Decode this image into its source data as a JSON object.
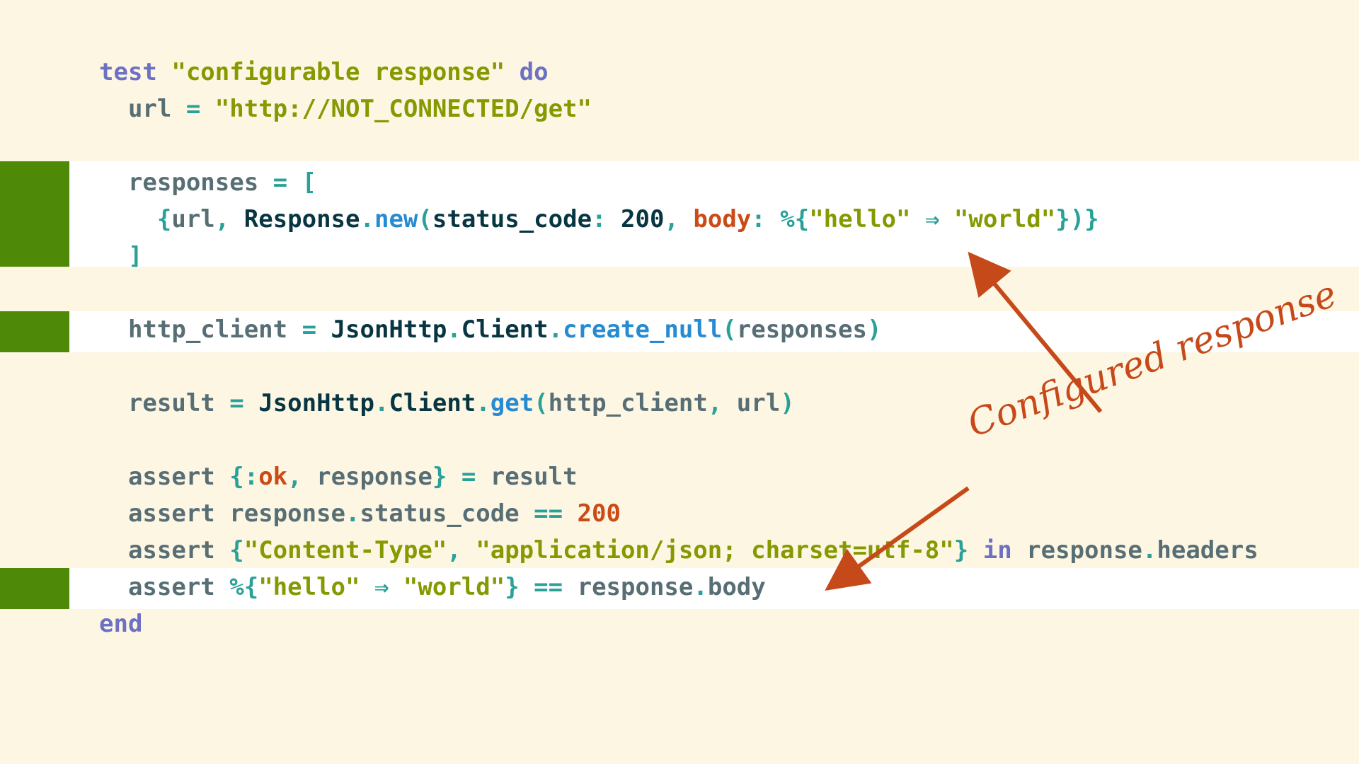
{
  "annotation": {
    "text": "Configured response",
    "color": "#c6491a"
  },
  "highlight": {
    "band_color": "#ffffff",
    "marker_color": "#4e8a08"
  },
  "code_lines": [
    [
      [
        "kw",
        "test "
      ],
      [
        "str",
        "\"configurable response\""
      ],
      [
        "kw",
        " do"
      ]
    ],
    [
      [
        "var",
        "  url "
      ],
      [
        "op",
        "="
      ],
      [
        "str",
        " \"http://NOT_CONNECTED/get\""
      ]
    ],
    [],
    [
      [
        "var",
        "  responses "
      ],
      [
        "op",
        "="
      ],
      [
        "punct",
        " ["
      ]
    ],
    [
      [
        "punct",
        "    {"
      ],
      [
        "var",
        "url"
      ],
      [
        "punct",
        ", "
      ],
      [
        "mod",
        "Response"
      ],
      [
        "op",
        "."
      ],
      [
        "fn",
        "new"
      ],
      [
        "punct",
        "("
      ],
      [
        "mod",
        "status_code"
      ],
      [
        "punct",
        ": "
      ],
      [
        "mod",
        "200"
      ],
      [
        "punct",
        ", "
      ],
      [
        "key",
        "body"
      ],
      [
        "punct",
        ": "
      ],
      [
        "op",
        "%"
      ],
      [
        "punct",
        "{"
      ],
      [
        "str",
        "\"hello\""
      ],
      [
        "op",
        " ⇒ "
      ],
      [
        "str",
        "\"world\""
      ],
      [
        "punct",
        "})}"
      ]
    ],
    [
      [
        "punct",
        "  ]"
      ]
    ],
    [],
    [
      [
        "var",
        "  http_client "
      ],
      [
        "op",
        "="
      ],
      [
        "mod",
        " JsonHttp"
      ],
      [
        "op",
        "."
      ],
      [
        "mod",
        "Client"
      ],
      [
        "op",
        "."
      ],
      [
        "fn",
        "create_null"
      ],
      [
        "punct",
        "("
      ],
      [
        "var",
        "responses"
      ],
      [
        "punct",
        ")"
      ]
    ],
    [],
    [
      [
        "var",
        "  result "
      ],
      [
        "op",
        "="
      ],
      [
        "mod",
        " JsonHttp"
      ],
      [
        "op",
        "."
      ],
      [
        "mod",
        "Client"
      ],
      [
        "op",
        "."
      ],
      [
        "fn",
        "get"
      ],
      [
        "punct",
        "("
      ],
      [
        "var",
        "http_client"
      ],
      [
        "punct",
        ", "
      ],
      [
        "var",
        "url"
      ],
      [
        "punct",
        ")"
      ]
    ],
    [],
    [
      [
        "var",
        "  assert "
      ],
      [
        "punct",
        "{:"
      ],
      [
        "atom",
        "ok"
      ],
      [
        "punct",
        ", "
      ],
      [
        "var",
        "response"
      ],
      [
        "punct",
        "} "
      ],
      [
        "op",
        "="
      ],
      [
        "var",
        " result"
      ]
    ],
    [
      [
        "var",
        "  assert response"
      ],
      [
        "op",
        "."
      ],
      [
        "var",
        "status_code "
      ],
      [
        "op",
        "=="
      ],
      [
        "num",
        " 200"
      ]
    ],
    [
      [
        "var",
        "  assert "
      ],
      [
        "punct",
        "{"
      ],
      [
        "str",
        "\"Content-Type\""
      ],
      [
        "punct",
        ", "
      ],
      [
        "str",
        "\"application/json; charset=utf-8\""
      ],
      [
        "punct",
        "}"
      ],
      [
        "kw",
        " in"
      ],
      [
        "var",
        " response"
      ],
      [
        "op",
        "."
      ],
      [
        "var",
        "headers"
      ]
    ],
    [
      [
        "var",
        "  assert "
      ],
      [
        "op",
        "%"
      ],
      [
        "punct",
        "{"
      ],
      [
        "str",
        "\"hello\""
      ],
      [
        "op",
        " ⇒ "
      ],
      [
        "str",
        "\"world\""
      ],
      [
        "punct",
        "} "
      ],
      [
        "op",
        "=="
      ],
      [
        "var",
        " response"
      ],
      [
        "op",
        "."
      ],
      [
        "var",
        "body"
      ]
    ],
    [
      [
        "kw",
        "end"
      ]
    ]
  ]
}
